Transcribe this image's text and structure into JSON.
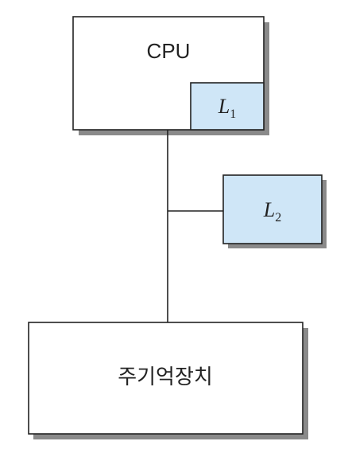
{
  "diagram": {
    "cpu": {
      "label": "CPU",
      "cache": {
        "base": "L",
        "sub": "1"
      }
    },
    "l2": {
      "base": "L",
      "sub": "2"
    },
    "memory": {
      "label": "주기억장치"
    },
    "colors": {
      "cache_fill": "#cfe6f7",
      "box_fill": "#ffffff",
      "stroke": "#222222",
      "shadow": "#8a8a8a"
    }
  }
}
